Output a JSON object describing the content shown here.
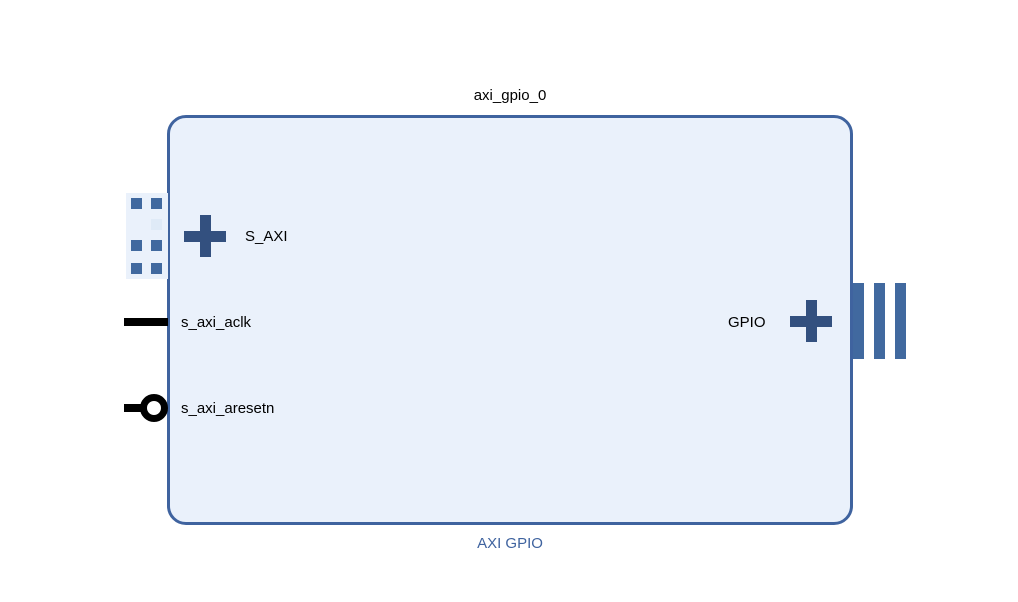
{
  "diagram": {
    "instance_name": "axi_gpio_0",
    "block_type": "AXI GPIO",
    "colors": {
      "block_fill": "#eaf1fb",
      "block_border": "#3f639f",
      "block_type_text": "#3f639f",
      "bus_marker": "#41699f",
      "expand_icon": "#33507f",
      "pin_stroke": "#000000",
      "label_text": "#000000",
      "canvas_background": "#ffffff"
    },
    "ports": {
      "left": [
        {
          "name": "S_AXI",
          "label": "S_AXI",
          "kind": "bus-interface",
          "icon": "plus-expand-icon",
          "stub": "bus-grid-stub"
        },
        {
          "name": "s_axi_aclk",
          "label": "s_axi_aclk",
          "kind": "clock-pin",
          "icon": "line-pin-icon",
          "stub": "line-stub"
        },
        {
          "name": "s_axi_aresetn",
          "label": "s_axi_aresetn",
          "kind": "reset-pin-active-low",
          "icon": "bubble-pin-icon",
          "stub": "line-stub-with-bubble"
        }
      ],
      "right": [
        {
          "name": "GPIO",
          "label": "GPIO",
          "kind": "bus-interface",
          "icon": "plus-expand-icon",
          "stub": "bus-bars-stub"
        }
      ]
    }
  }
}
